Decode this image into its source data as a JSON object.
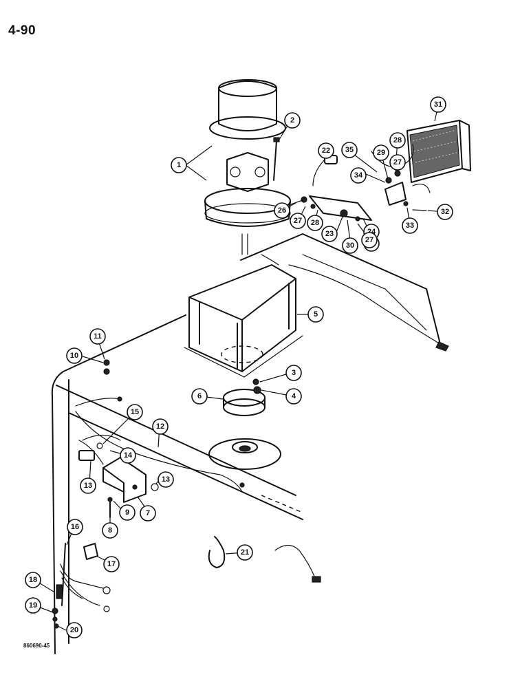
{
  "page": {
    "number": "4-90",
    "figure_code": "860690-45"
  },
  "callouts": [
    "1",
    "2",
    "3",
    "4",
    "5",
    "6",
    "7",
    "8",
    "9",
    "10",
    "11",
    "12",
    "13",
    "14",
    "15",
    "16",
    "17",
    "18",
    "19",
    "20",
    "21",
    "22",
    "23",
    "24",
    "25",
    "26",
    "27",
    "28",
    "29",
    "30",
    "31",
    "32",
    "33",
    "34",
    "35"
  ],
  "colors": {
    "ink": "#111111",
    "paper": "#ffffff"
  }
}
